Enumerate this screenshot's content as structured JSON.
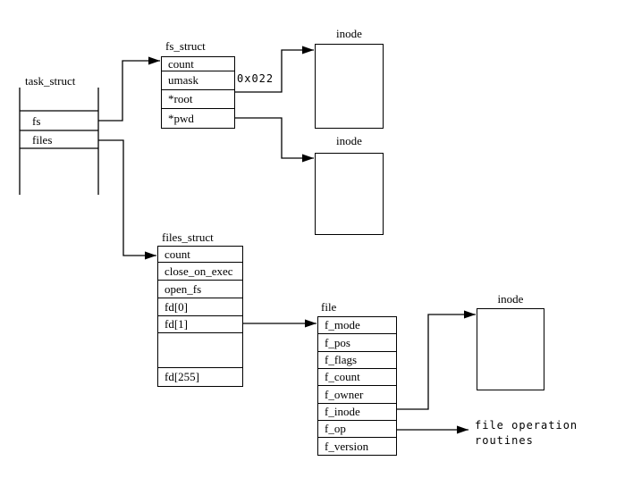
{
  "structs": {
    "task_struct": {
      "title": "task_struct",
      "fields": [
        "fs",
        "files"
      ]
    },
    "fs_struct": {
      "title": "fs_struct",
      "fields": [
        "count",
        "umask",
        "*root",
        "*pwd"
      ]
    },
    "files_struct": {
      "title": "files_struct",
      "fields": [
        "count",
        "close_on_exec",
        "open_fs",
        "fd[0]",
        "fd[1]",
        "",
        "fd[255]"
      ]
    },
    "file": {
      "title": "file",
      "fields": [
        "f_mode",
        "f_pos",
        "f_flags",
        "f_count",
        "f_owner",
        "f_inode",
        "f_op",
        "f_version"
      ]
    }
  },
  "inodes": {
    "top": "inode",
    "middle": "inode",
    "bottom": "inode"
  },
  "annotations": {
    "umask_value": "0x022",
    "file_ops_line1": "file operation",
    "file_ops_line2": "routines"
  },
  "colors": {
    "line": "#000000",
    "background": "#ffffff"
  }
}
